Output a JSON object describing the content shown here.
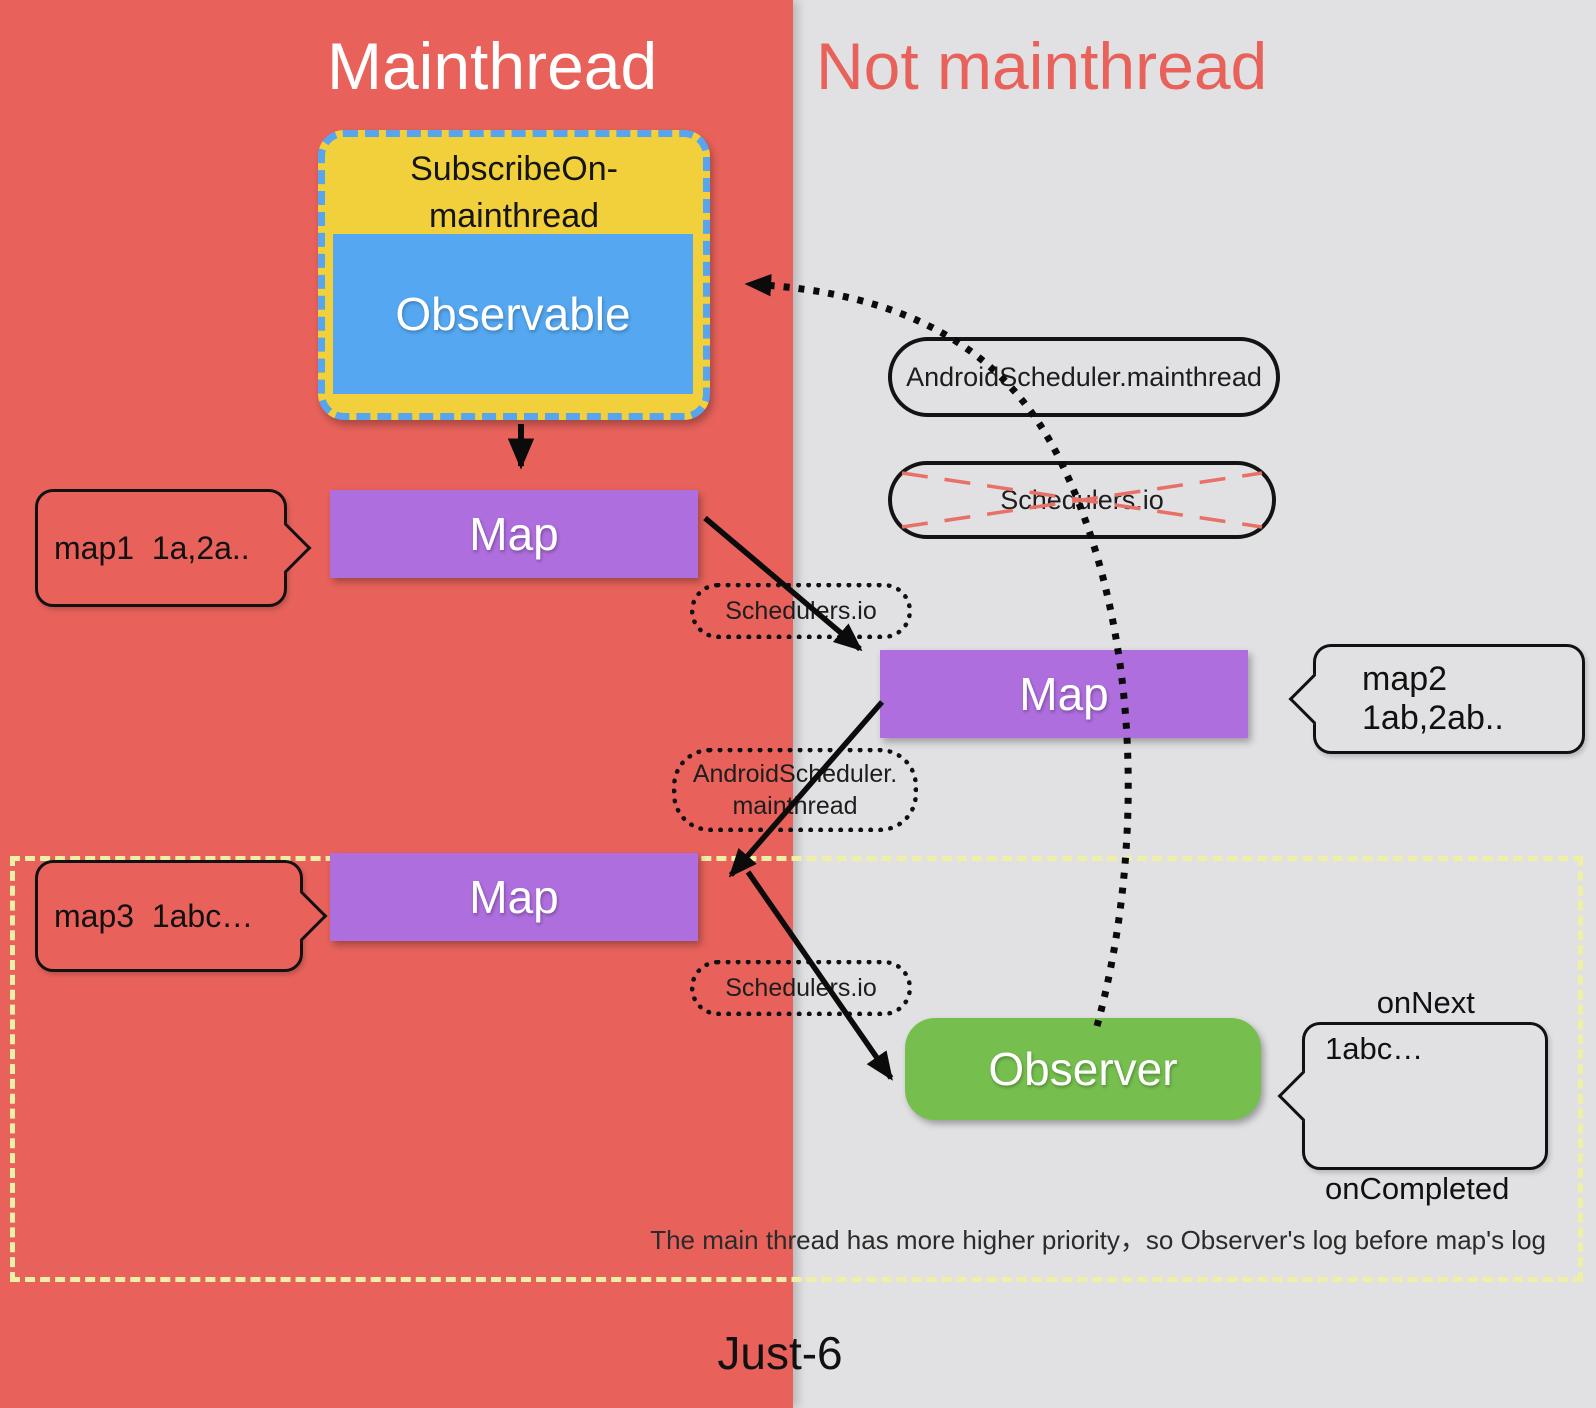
{
  "header": {
    "mainthread": "Mainthread",
    "not_mainthread": "Not mainthread"
  },
  "subscribe_on_box": {
    "title_line1": "SubscribeOn-",
    "title_line2": "mainthread",
    "observable_label": "Observable"
  },
  "map_boxes": {
    "map1_label": "Map",
    "map2_label": "Map",
    "map3_label": "Map"
  },
  "scheduler_pills": {
    "android_mainthread": "AndroidScheduler.mainthread",
    "schedulers_io_crossed": "Schedulers.io",
    "schedulers_io_between_map1_map2": "Schedulers.io",
    "android_mainthread_between_line1": "AndroidScheduler.",
    "android_mainthread_between_line2": "mainthread",
    "schedulers_io_between_map3_observer": "Schedulers.io"
  },
  "callouts": {
    "map1": "map1  1a,2a..",
    "map2": "map2  1ab,2ab..",
    "map3": "map3  1abc…",
    "observer_line1": "onNext  1abc…",
    "observer_line2": "onCompleted"
  },
  "observer_box": {
    "label": "Observer"
  },
  "footer": {
    "priority_note": "The main thread has more higher priority，so Observer's log before map's log",
    "caption": "Just-6"
  },
  "colors": {
    "mainthread_bg": "#E8625B",
    "not_mainthread_bg": "#E1E1E3",
    "subscribe_box_bg": "#F2D03B",
    "subscribe_box_dashed_border": "#57A5EF",
    "observable_bg": "#54A7F0",
    "map_bg": "#AF6EDE",
    "observer_bg": "#76BF4E",
    "region_dashed_border": "#EFEFA5",
    "crossed_out_x": "#E77067"
  }
}
